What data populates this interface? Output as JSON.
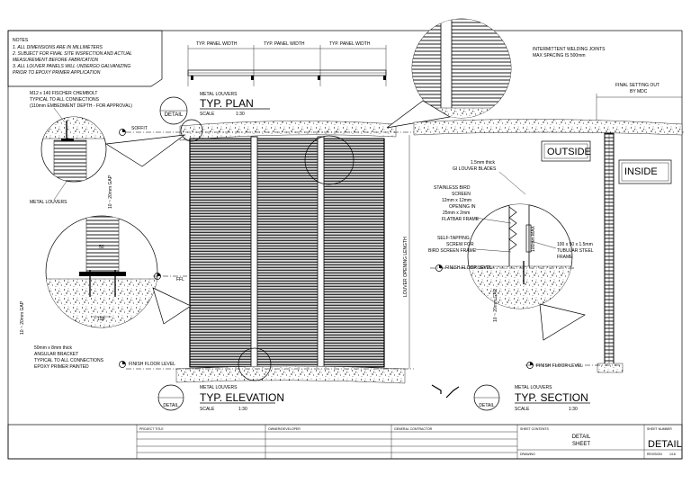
{
  "notes": {
    "heading": "NOTES",
    "items": [
      "1.    ALL DIMENSIONS ARE IN MILLIMETERS",
      "2.    SUBJECT FOR FINAL SITE INSPECTION AND ACTUAL",
      "        MEASUREMENT BEFORE FABRICATION",
      "3.    ALL LOUVER PANELS WILL UNDERGO GALVANIZING",
      "        PRIOR TO EPOXY PRIMER APPLICATION"
    ]
  },
  "panel_width": [
    "TYP. PANEL WIDTH",
    "TYP. PANEL WIDTH",
    "TYP. PANEL WIDTH"
  ],
  "plan": {
    "subtitle": "METAL LOUVERS",
    "title": "TYP. PLAN",
    "scale_label": "SCALE",
    "scale": "1:30",
    "tag": "DETAIL"
  },
  "elevation": {
    "subtitle": "METAL LOUVERS",
    "title": "TYP. ELEVATION",
    "scale_label": "SCALE",
    "scale": "1:30",
    "tag": "DETAIL"
  },
  "section": {
    "subtitle": "METAL LOUVERS",
    "title": "TYP. SECTION",
    "scale_label": "SCALE",
    "scale": "1:30",
    "tag": "DETAIL"
  },
  "annotations": {
    "chemsbolt": [
      "M12 x 140 FISCHER CHEMBOLT",
      "TYPICAL TO ALL CONNECTIONS",
      "(110mm EMBEDMENT DEPTH - FOR APPROVAL)"
    ],
    "soffit": "SOFFIT",
    "gap_top": "10 ~ 20mm GAP",
    "metal_louvers": "METAL LOUVERS",
    "dim_50": "50",
    "dim_100": "100",
    "ffl": "FFL",
    "gap_left": "10 ~ 20mm GAP",
    "bracket": [
      "50mm x 8mm thick",
      "ANGULAR BRACKET",
      "TYPICAL TO ALL CONNECTIONS",
      "EPOXY PRIMER PAINTED"
    ],
    "finish_floor_level_left": "FINISH FLOOR LEVEL",
    "louver_opening": "LOUVER OPENING LENGTH",
    "welding": [
      "INTERMITTENT WELDING JOINTS",
      "MAX SPACING IS 500mm"
    ],
    "setting_out": [
      "FINAL SETTING OUT",
      "BY MDC"
    ],
    "outside": "OUTSIDE",
    "inside": "INSIDE",
    "gi_blades": [
      "1.5mm thick",
      "GI LOUVER BLADES"
    ],
    "bird_screen": [
      "STAINLESS BIRD",
      "SCREEN",
      "12mm x 12mm",
      "OPENING IN",
      "25mm x 2mm",
      "FLATBAR FRAME"
    ],
    "self_tapping": [
      "SELF-TAPPING",
      "SCREW FOR",
      "BIRD SCREEN FRAME"
    ],
    "tubular": [
      "100 x 50 x 1.5mm",
      "TUBULAR STEEL",
      "FRAME"
    ],
    "dim_100mm": "100mm MAX",
    "finish_floor_level_mid": "FINISH FLOOR LEVEL",
    "gap_section": "10 ~ 20mm GAP",
    "finish_floor_level_right": "FINISH FLOOR LEVEL"
  },
  "title_block": {
    "project_title": "PROJECT TITLE",
    "owner": "OWNER/DEVELOPER",
    "contractor": "GENERAL CONTRACTOR",
    "sheet_contents": "SHEET CONTENTS",
    "sheet_number": "SHEET NUMBER",
    "contents_line1": "DETAIL",
    "contents_line2": "SHEET",
    "sheet_value": "DETAIL",
    "drawing": "DRAWING",
    "revision": "REVISION",
    "revision_value": "1/16"
  }
}
